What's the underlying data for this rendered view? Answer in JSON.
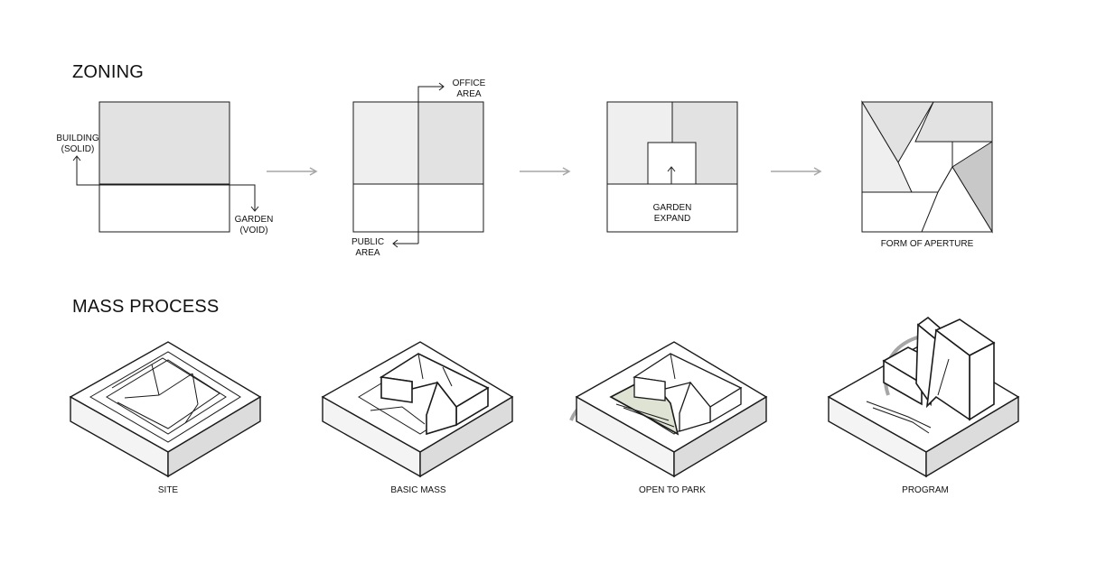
{
  "sections": {
    "zoning": "ZONING",
    "mass": "MASS PROCESS"
  },
  "zoning": {
    "step1": {
      "solid_line1": "BUILDING",
      "solid_line2": "(SOLID)",
      "void_line1": "GARDEN",
      "void_line2": "(VOID)"
    },
    "step2": {
      "office_line1": "OFFICE",
      "office_line2": "AREA",
      "public_line1": "PUBLIC",
      "public_line2": "AREA"
    },
    "step3": {
      "garden_line1": "GARDEN",
      "garden_line2": "EXPAND"
    },
    "step4": {
      "caption": "FORM OF APERTURE"
    }
  },
  "mass": {
    "captions": [
      "SITE",
      "BASIC MASS",
      "OPEN TO PARK",
      "PROGRAM"
    ]
  },
  "colors": {
    "line": "#1a1a1a",
    "arrow": "#a6a6a6",
    "fill_light": "#efefef",
    "fill_mid": "#e2e2e2",
    "fill_dark": "#c8c8c8",
    "park_green": "#dfe3d3"
  }
}
